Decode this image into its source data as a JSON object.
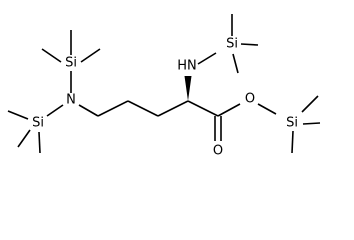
{
  "atoms": {
    "si_top_left": "Si",
    "si_bottom_left": "Si",
    "n_tertiary": "N",
    "hn": "HN",
    "si_top_right": "Si",
    "o_ester": "O",
    "si_right": "Si",
    "o_carbonyl": "O"
  }
}
